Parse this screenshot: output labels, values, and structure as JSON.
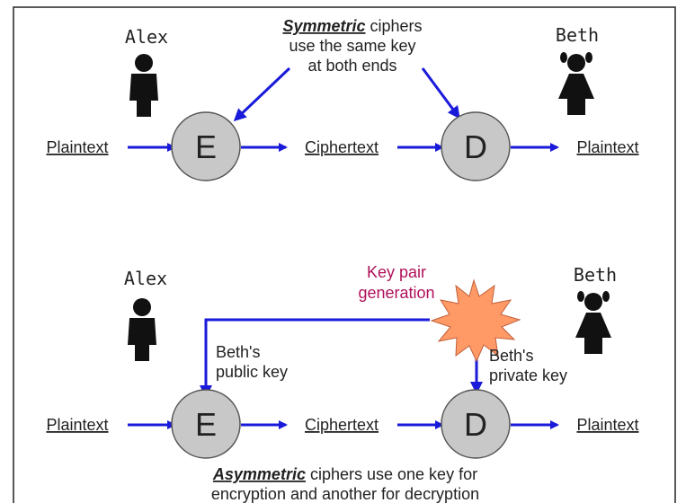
{
  "symmetric": {
    "caption": {
      "emph": "Symmetric",
      "rest": " ciphers",
      "line2": "use the same key",
      "line3": "at both ends"
    },
    "sender": {
      "name": "Alex",
      "icon": "male-person-icon"
    },
    "receiver": {
      "name": "Beth",
      "icon": "female-person-icon"
    },
    "flow": {
      "input": "Plaintext",
      "encrypt": "E",
      "middle": "Ciphertext",
      "decrypt": "D",
      "output": "Plaintext"
    }
  },
  "asymmetric": {
    "sender": {
      "name": "Alex",
      "icon": "male-person-icon"
    },
    "receiver": {
      "name": "Beth",
      "icon": "female-person-icon"
    },
    "keygen": {
      "line1": "Key pair",
      "line2": "generation",
      "icon": "starburst-icon",
      "color": "#ff9966"
    },
    "public_key": {
      "line1": "Beth's",
      "line2": "public key"
    },
    "private_key": {
      "line1": "Beth's",
      "line2": "private key"
    },
    "flow": {
      "input": "Plaintext",
      "encrypt": "E",
      "middle": "Ciphertext",
      "decrypt": "D",
      "output": "Plaintext"
    },
    "caption": {
      "emph": "Asymmetric",
      "rest": " ciphers use one key for",
      "line2": "encryption and another for decryption"
    }
  },
  "colors": {
    "arrow": "#1a1adb",
    "node_fill": "#c8c8c8",
    "keygen_text": "#b0105a",
    "text": "#222222",
    "spellcheck_underline": "#e06060"
  }
}
